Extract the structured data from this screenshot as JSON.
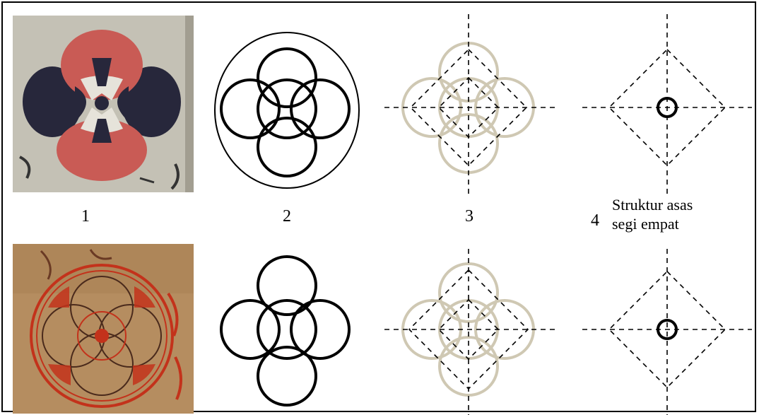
{
  "labels": {
    "col1": "1",
    "col2": "2",
    "col3": "3",
    "col4": "4"
  },
  "caption": {
    "line1": "Struktur asas",
    "line2": "segi empat"
  },
  "colors": {
    "outline": "#000000",
    "construction": "#cfc8b3",
    "guide": "#000000",
    "photo_top_bg": "#c9c7bb",
    "photo_top_red": "#c95b55",
    "photo_top_navy": "#27273b",
    "photo_bottom_bg": "#b58d60",
    "photo_bottom_red": "#c3321b"
  },
  "icons": {
    "photo_top": "manuscript-motif-photo",
    "photo_bottom": "manuscript-motif-photo"
  }
}
